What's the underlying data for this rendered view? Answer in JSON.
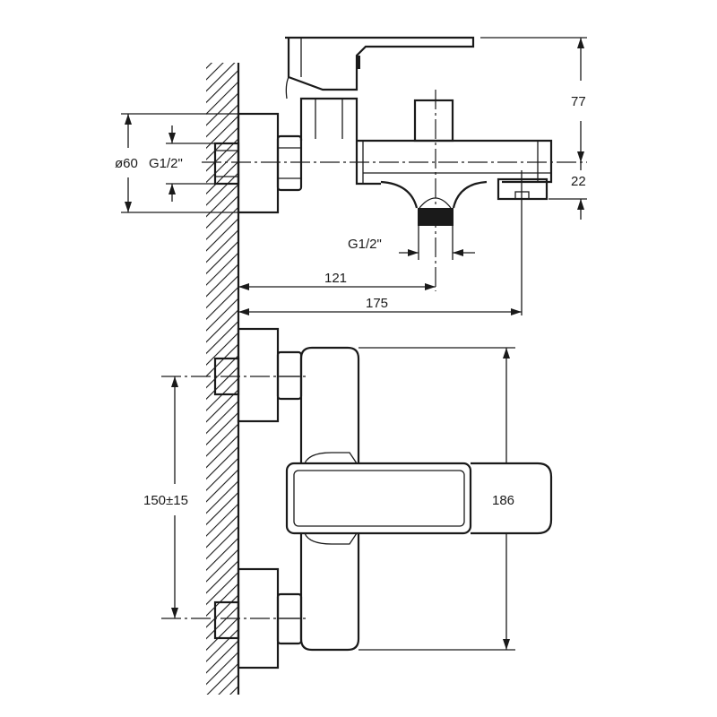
{
  "title": "Bath mixer dimension drawing",
  "labels": {
    "height_handle": "77",
    "height_outlet": "22",
    "flange_diameter": "ø60",
    "inlet_thread": "G1/2\"",
    "outlet_thread": "G1/2\"",
    "outlet_distance": "121",
    "spout_length": "175",
    "inlet_spacing": "150±15",
    "body_height": "186"
  },
  "colors": {
    "line": "#1a1a1a",
    "background": "#ffffff"
  }
}
